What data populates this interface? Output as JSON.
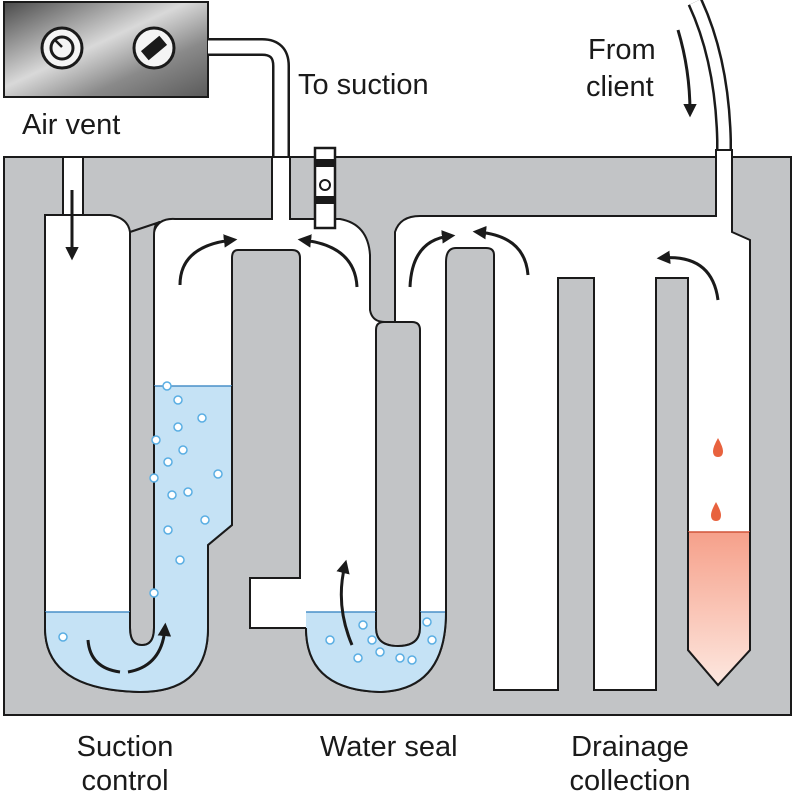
{
  "labels": {
    "air_vent": "Air vent",
    "to_suction": "To suction",
    "from_client_line1": "From",
    "from_client_line2": "client",
    "suction_control_line1": "Suction",
    "suction_control_line2": "control",
    "water_seal": "Water seal",
    "drainage_collection_line1": "Drainage",
    "drainage_collection_line2": "collection"
  },
  "colors": {
    "housing": "#c2c4c6",
    "chamber": "#ffffff",
    "outline": "#1a1a1a",
    "water": "#c5e2f5",
    "bubble_fill": "#ffffff",
    "bubble_stroke": "#5aaee3",
    "drainage_fluid_top": "#f6a08a",
    "drainage_fluid_bottom": "#fde5dc",
    "drop": "#e8623e"
  },
  "icons": [
    "suction-dial-icon",
    "suction-valve-icon",
    "flow-arrow-icon",
    "blood-drop-icon",
    "air-bubble-icon"
  ]
}
